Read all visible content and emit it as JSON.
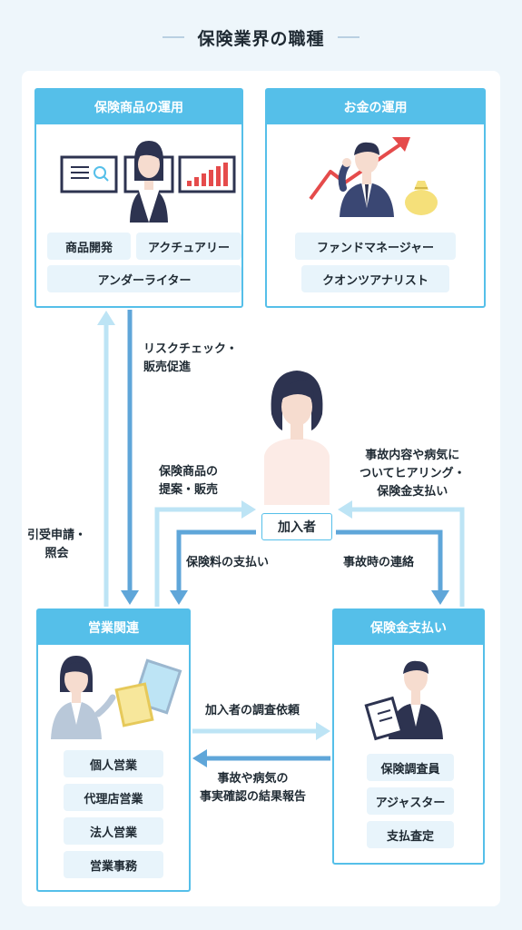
{
  "title": "保険業界の職種",
  "boxes": {
    "product": {
      "heading": "保険商品の運用",
      "tags": [
        "商品開発",
        "アクチュアリー",
        "アンダーライター"
      ]
    },
    "money": {
      "heading": "お金の運用",
      "tags": [
        "ファンドマネージャー",
        "クオンツアナリスト"
      ]
    },
    "sales": {
      "heading": "営業関連",
      "tags": [
        "個人営業",
        "代理店営業",
        "法人営業",
        "営業事務"
      ]
    },
    "claims": {
      "heading": "保険金支払い",
      "tags": [
        "保険調査員",
        "アジャスター",
        "支払査定"
      ]
    }
  },
  "member_label": "加入者",
  "arrow_labels": {
    "risk_check": [
      "リスクチェック・",
      "販売促進"
    ],
    "underwriting": [
      "引受申請・",
      "照会"
    ],
    "proposal": [
      "保険商品の",
      "提案・販売"
    ],
    "premium": "保険料の支払い",
    "hearing": [
      "事故内容や病気に",
      "ついてヒアリング・",
      "保険金支払い"
    ],
    "accident_contact": "事故時の連絡",
    "investigation_request": "加入者の調査依頼",
    "investigation_report": [
      "事故や病気の",
      "事実確認の結果報告"
    ]
  },
  "colors": {
    "accent": "#55bfe9",
    "accent_dark": "#5fa6d9",
    "accent_light": "#bde4f5",
    "tag_bg": "#e8f4fb",
    "navy": "#2d3350",
    "panel_bg": "#eef6fb"
  }
}
